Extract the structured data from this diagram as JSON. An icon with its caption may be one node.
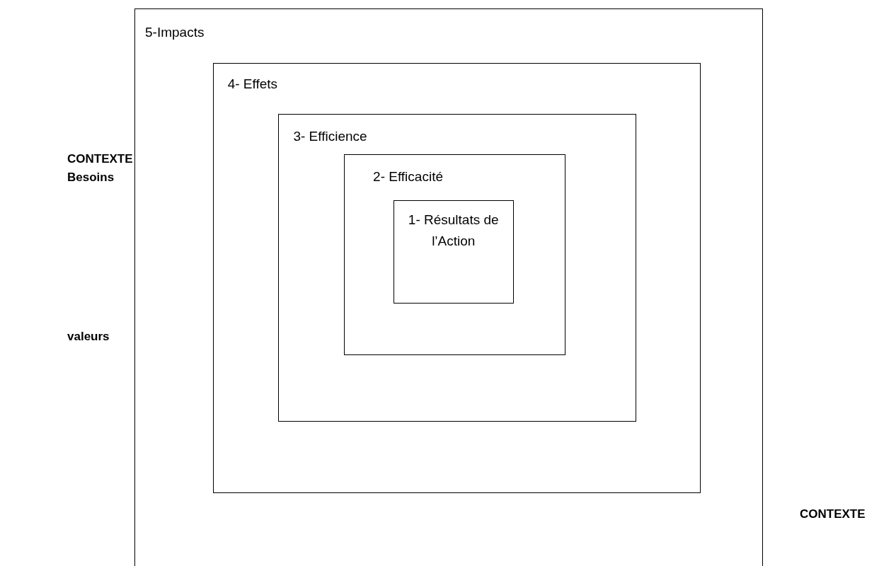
{
  "diagram": {
    "nodes": [
      {
        "text": [
          "5-Impacts"
        ]
      },
      {
        "text": [
          "4- Effets"
        ],
        "in": 0
      },
      {
        "text": [
          "3- Efficience"
        ],
        "in": 1
      },
      {
        "text": [
          "2- Efficacité"
        ],
        "in": 2
      },
      {
        "text": [
          "1- Résultats de l’Action"
        ],
        "in": 3
      }
    ],
    "labels": [
      "CONTEXTE Besoins",
      "valeurs",
      "CONTEXTE"
    ]
  }
}
